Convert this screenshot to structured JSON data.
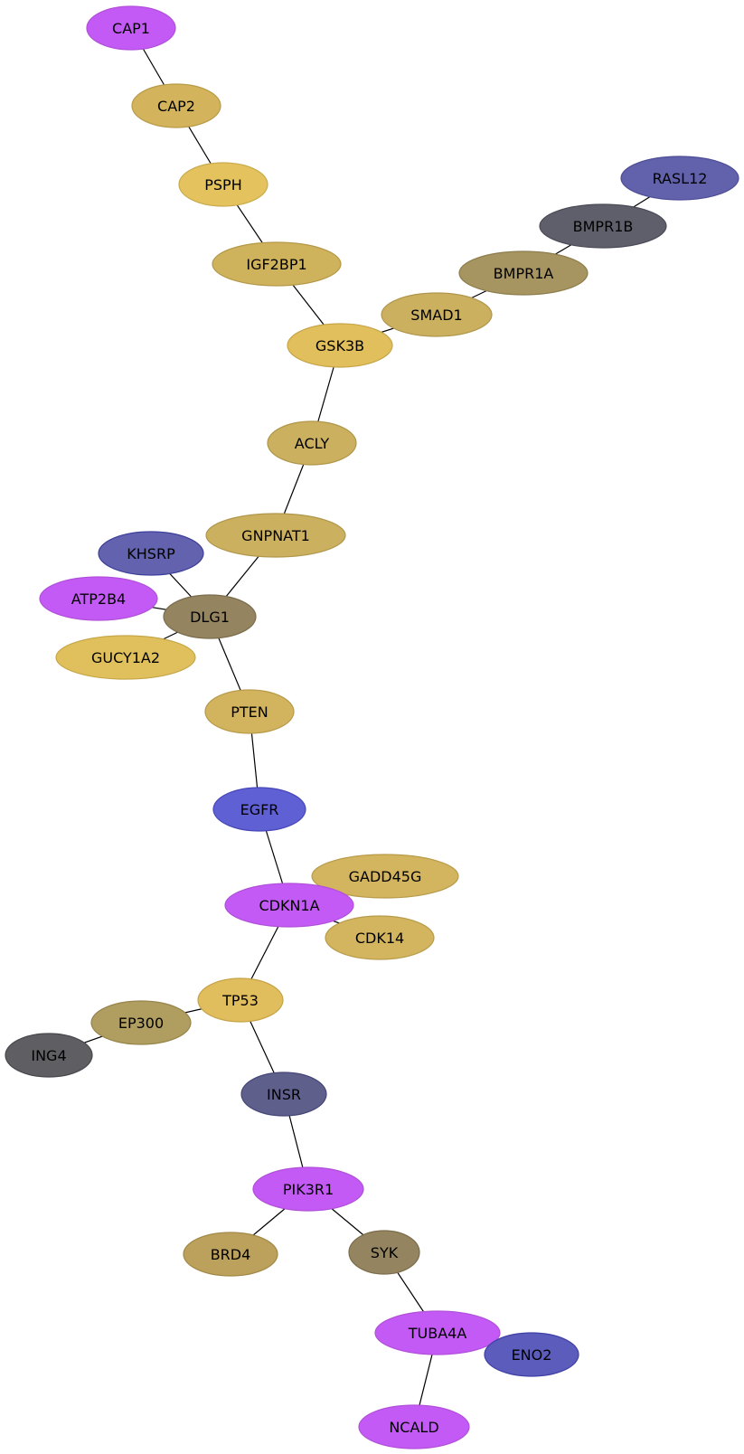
{
  "nodes": [
    {
      "id": "CAP1",
      "label": "CAP1",
      "color": "#c35af5",
      "stroke": "#b050d8"
    },
    {
      "id": "CAP2",
      "label": "CAP2",
      "color": "#d3b45c",
      "stroke": "#b89a48"
    },
    {
      "id": "PSPH",
      "label": "PSPH",
      "color": "#e4c35f",
      "stroke": "#c9aa4c"
    },
    {
      "id": "IGF2BP1",
      "label": "IGF2BP1",
      "color": "#cfb25c",
      "stroke": "#b49848"
    },
    {
      "id": "RASL12",
      "label": "RASL12",
      "color": "#6262ac",
      "stroke": "#4d4d96"
    },
    {
      "id": "BMPR1B",
      "label": "BMPR1B",
      "color": "#5f5f6b",
      "stroke": "#4a4a56"
    },
    {
      "id": "BMPR1A",
      "label": "BMPR1A",
      "color": "#a69560",
      "stroke": "#8c7d4c"
    },
    {
      "id": "SMAD1",
      "label": "SMAD1",
      "color": "#cbb05f",
      "stroke": "#b0964b"
    },
    {
      "id": "GSK3B",
      "label": "GSK3B",
      "color": "#e1bf5c",
      "stroke": "#c6a548"
    },
    {
      "id": "ACLY",
      "label": "ACLY",
      "color": "#cbb05f",
      "stroke": "#b0964b"
    },
    {
      "id": "GNPNAT1",
      "label": "GNPNAT1",
      "color": "#cbb05f",
      "stroke": "#b0964b"
    },
    {
      "id": "KHSRP",
      "label": "KHSRP",
      "color": "#6262ae",
      "stroke": "#3e3e9c"
    },
    {
      "id": "ATP2B4",
      "label": "ATP2B4",
      "color": "#c35af5",
      "stroke": "#b050d8"
    },
    {
      "id": "DLG1",
      "label": "DLG1",
      "color": "#94845f",
      "stroke": "#7a6c4c"
    },
    {
      "id": "GUCY1A2",
      "label": "GUCY1A2",
      "color": "#e0c05d",
      "stroke": "#c6a648"
    },
    {
      "id": "PTEN",
      "label": "PTEN",
      "color": "#d2b35e",
      "stroke": "#b89a4a"
    },
    {
      "id": "EGFR",
      "label": "EGFR",
      "color": "#6060d5",
      "stroke": "#4646b8"
    },
    {
      "id": "GADD45G",
      "label": "GADD45G",
      "color": "#d3b55f",
      "stroke": "#b89b4b"
    },
    {
      "id": "CDKN1A",
      "label": "CDKN1A",
      "color": "#c35af5",
      "stroke": "#b050d8"
    },
    {
      "id": "CDK14",
      "label": "CDK14",
      "color": "#d3b55f",
      "stroke": "#b89b4b"
    },
    {
      "id": "TP53",
      "label": "TP53",
      "color": "#e0bd5d",
      "stroke": "#c6a348"
    },
    {
      "id": "EP300",
      "label": "EP300",
      "color": "#b09d60",
      "stroke": "#96844c"
    },
    {
      "id": "ING4",
      "label": "ING4",
      "color": "#5f5f63",
      "stroke": "#48484c"
    },
    {
      "id": "INSR",
      "label": "INSR",
      "color": "#5f5f8c",
      "stroke": "#464678"
    },
    {
      "id": "PIK3R1",
      "label": "PIK3R1",
      "color": "#c35af5",
      "stroke": "#b050d8"
    },
    {
      "id": "BRD4",
      "label": "BRD4",
      "color": "#bca15c",
      "stroke": "#a28848"
    },
    {
      "id": "SYK",
      "label": "SYK",
      "color": "#94845f",
      "stroke": "#7a6c4c"
    },
    {
      "id": "TUBA4A",
      "label": "TUBA4A",
      "color": "#c35af5",
      "stroke": "#b050d8"
    },
    {
      "id": "ENO2",
      "label": "ENO2",
      "color": "#5c5cbc",
      "stroke": "#3f3fa6"
    },
    {
      "id": "NCALD",
      "label": "NCALD",
      "color": "#c35af5",
      "stroke": "#b050d8"
    }
  ],
  "edges": [
    [
      "CAP1",
      "CAP2"
    ],
    [
      "CAP2",
      "PSPH"
    ],
    [
      "PSPH",
      "IGF2BP1"
    ],
    [
      "IGF2BP1",
      "GSK3B"
    ],
    [
      "RASL12",
      "BMPR1B"
    ],
    [
      "BMPR1B",
      "BMPR1A"
    ],
    [
      "BMPR1A",
      "SMAD1"
    ],
    [
      "SMAD1",
      "GSK3B"
    ],
    [
      "GSK3B",
      "ACLY"
    ],
    [
      "ACLY",
      "GNPNAT1"
    ],
    [
      "GNPNAT1",
      "DLG1"
    ],
    [
      "KHSRP",
      "DLG1"
    ],
    [
      "ATP2B4",
      "DLG1"
    ],
    [
      "GUCY1A2",
      "DLG1"
    ],
    [
      "DLG1",
      "PTEN"
    ],
    [
      "PTEN",
      "EGFR"
    ],
    [
      "EGFR",
      "CDKN1A"
    ],
    [
      "GADD45G",
      "CDKN1A"
    ],
    [
      "CDKN1A",
      "CDK14"
    ],
    [
      "CDKN1A",
      "TP53"
    ],
    [
      "TP53",
      "EP300"
    ],
    [
      "EP300",
      "ING4"
    ],
    [
      "TP53",
      "INSR"
    ],
    [
      "INSR",
      "PIK3R1"
    ],
    [
      "PIK3R1",
      "BRD4"
    ],
    [
      "PIK3R1",
      "SYK"
    ],
    [
      "SYK",
      "TUBA4A"
    ],
    [
      "TUBA4A",
      "ENO2"
    ],
    [
      "TUBA4A",
      "NCALD"
    ]
  ]
}
